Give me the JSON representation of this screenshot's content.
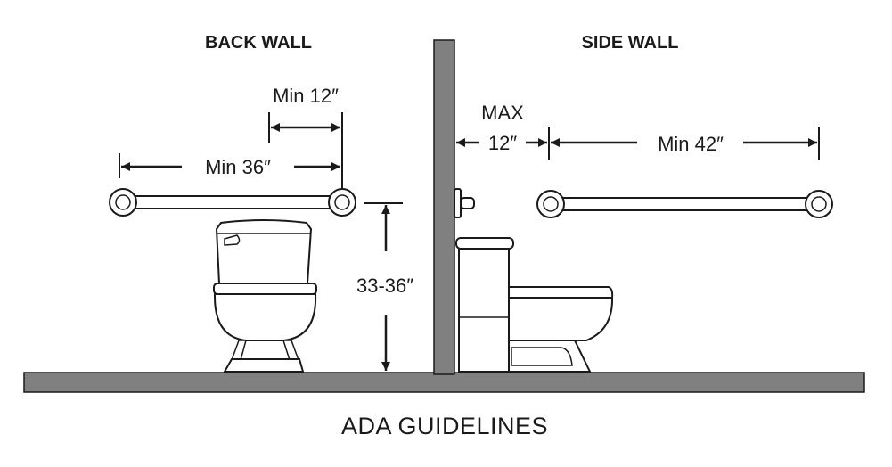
{
  "back_wall": {
    "heading": "BACK WALL",
    "grab_bar_min_length": "Min  36″",
    "min_offset": "Min 12″",
    "bar_height": "33-36″"
  },
  "side_wall": {
    "heading": "SIDE WALL",
    "max_label": "MAX",
    "max_offset": "12″",
    "grab_bar_min_length": "Min  42″"
  },
  "caption": "ADA GUIDELINES",
  "colors": {
    "wall": "#808080",
    "outline": "#1a1a1a",
    "fixture": "#ffffff"
  }
}
